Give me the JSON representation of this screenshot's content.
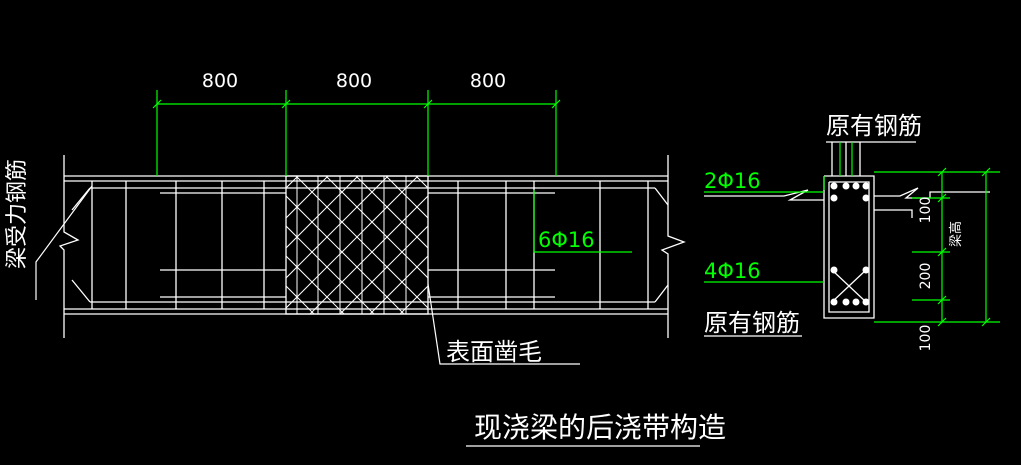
{
  "title": "现浇梁的后浇带构造",
  "left_view": {
    "dimensions": [
      "800",
      "800",
      "800"
    ],
    "side_label": "梁受力钢筋",
    "rebar_label": "6Φ16",
    "surface_label": "表面凿毛"
  },
  "section_view": {
    "top_label": "原有钢筋",
    "bottom_label": "原有钢筋",
    "top_rebar": "2Φ16",
    "bottom_rebar": "4Φ16",
    "dims": [
      "100",
      "200",
      "100"
    ],
    "height_label": "梁高"
  },
  "colors": {
    "white": "#ffffff",
    "green": "#00ff00",
    "background": "#000000"
  }
}
